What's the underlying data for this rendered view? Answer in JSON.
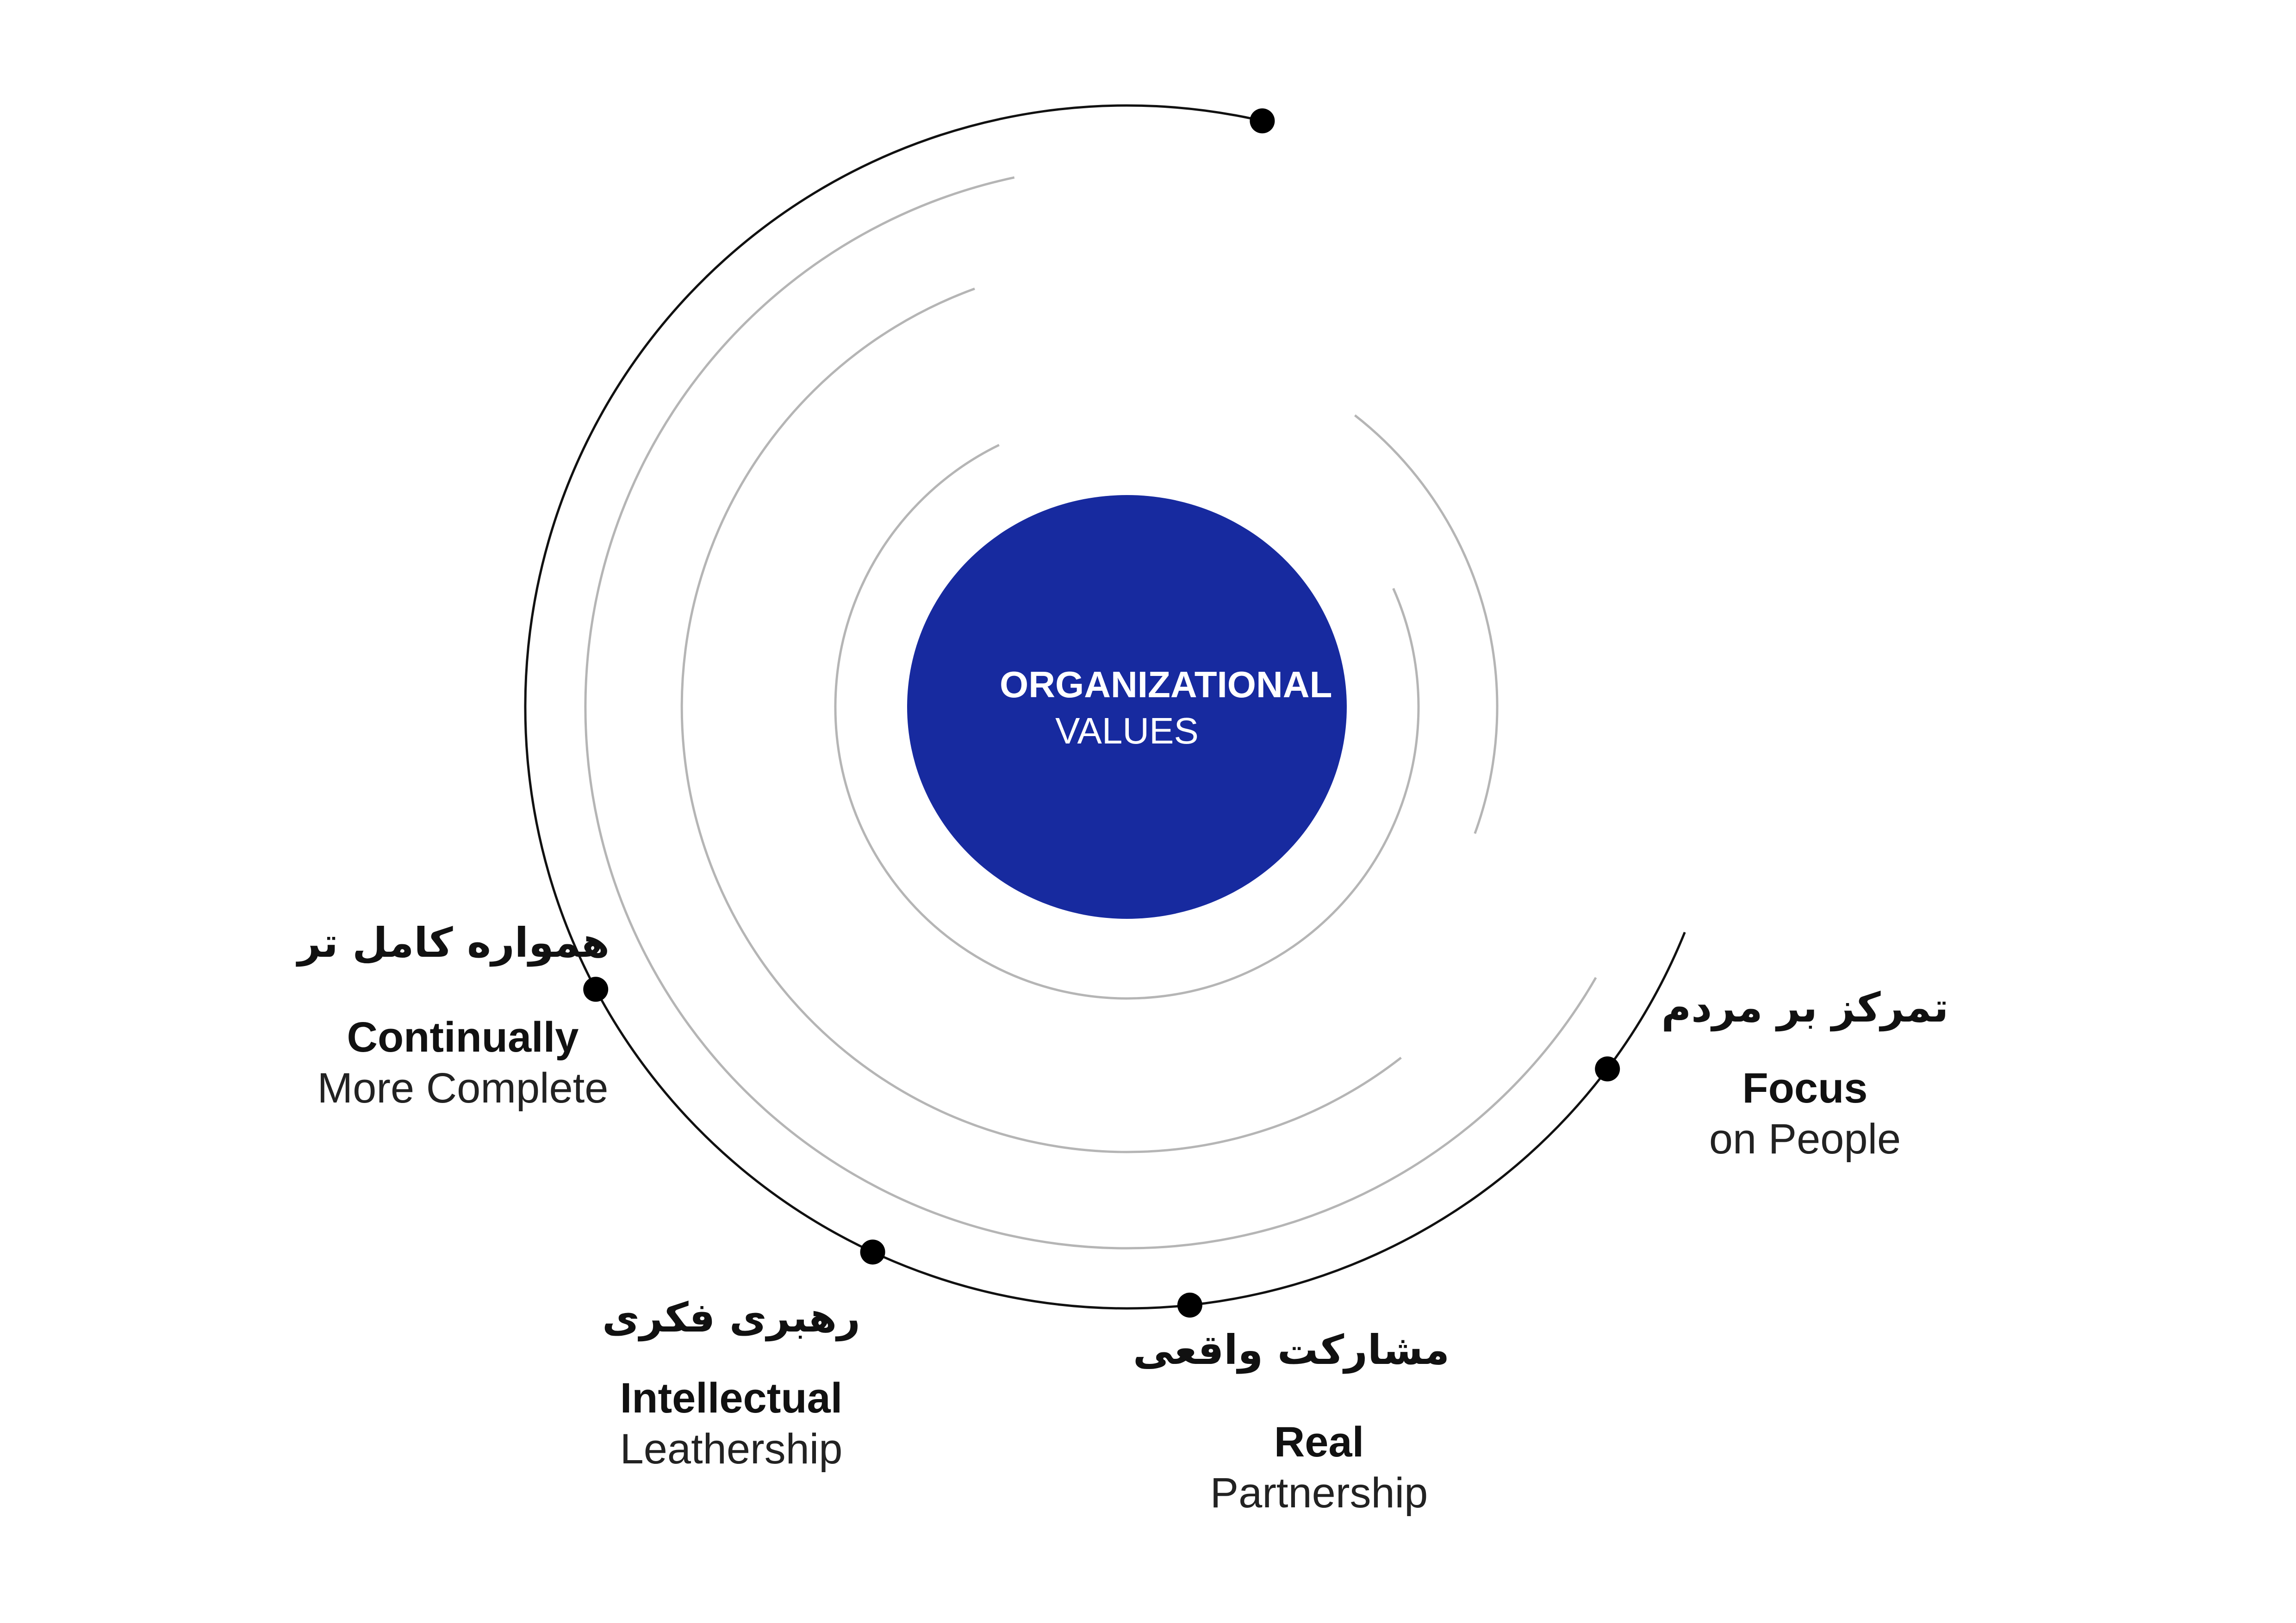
{
  "center": {
    "title": "ORGANIZATIONAL",
    "subtitle": "VALUES",
    "color": "#172a9f"
  },
  "colors": {
    "outer_arc": "#111111",
    "inner_arcs": "#b5b5b5",
    "dots": "#000000"
  },
  "values": [
    {
      "id": "continually",
      "fa": "همواره کامل تر",
      "title": "Continually",
      "subtitle": "More Complete"
    },
    {
      "id": "intellectual",
      "fa": "رهبری فکری",
      "title": "Intellectual",
      "subtitle": "Leathership"
    },
    {
      "id": "real",
      "fa": "مشارکت واقعی",
      "title": "Real",
      "subtitle": "Partnership"
    },
    {
      "id": "focus",
      "fa": "تمرکز بر مردم",
      "title": "Focus",
      "subtitle": "on People"
    }
  ]
}
